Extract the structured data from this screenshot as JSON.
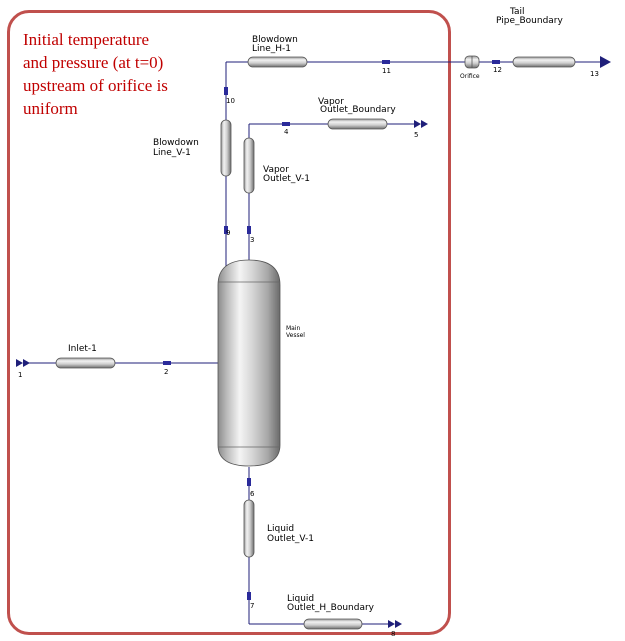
{
  "note": "Initial temperature and pressure (at t=0) upstream of orifice is uniform",
  "nodes": {
    "blowdown_h1": [
      "Blowdown",
      "Line_H-1"
    ],
    "tail_pipe": [
      "Tail",
      "Pipe_Boundary"
    ],
    "orifice": "Orifice",
    "vapor_outlet_boundary": [
      "Vapor",
      "Outlet_Boundary"
    ],
    "blowdown_v1": [
      "Blowdown",
      "Line_V-1"
    ],
    "vapor_outlet_v1": [
      "Vapor",
      "Outlet_V-1"
    ],
    "main_vessel": [
      "Main",
      "Vessel"
    ],
    "inlet": "Inlet-1",
    "liquid_outlet_v1": [
      "Liquid",
      "Outlet_V-1"
    ],
    "liquid_outlet_h_boundary": [
      "Liquid",
      "Outlet_H_Boundary"
    ]
  },
  "streams": {
    "s1": "1",
    "s2": "2",
    "s3": "3",
    "s4": "4",
    "s5": "5",
    "s6": "6",
    "s7": "7",
    "s8": "8",
    "s9": "9",
    "s10": "10",
    "s11": "11",
    "s12": "12",
    "s13": "13"
  },
  "colors": {
    "note_border": "#c0504d",
    "note_text": "#c00000",
    "arrow": "#1f1f7a",
    "line": "#1f1f7a"
  }
}
